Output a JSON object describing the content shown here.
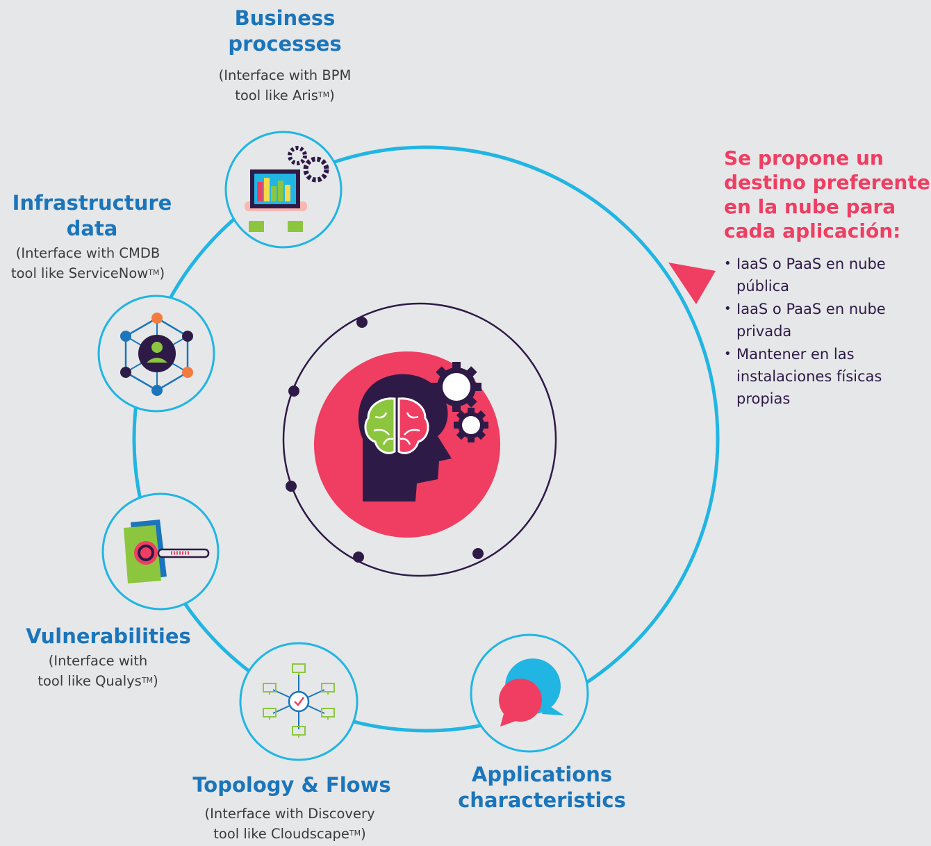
{
  "nodes": {
    "business": {
      "title_l1": "Business",
      "title_l2": "processes",
      "sub_l1": "(Interface with BPM",
      "sub_l2": "tool like Aris",
      "sub_tm": "TM",
      "sub_end": ")"
    },
    "infrastructure": {
      "title_l1": "Infrastructure",
      "title_l2": "data",
      "sub_l1": "(Interface with CMDB",
      "sub_l2": "tool like ServiceNow",
      "sub_tm": "TM",
      "sub_end": ")"
    },
    "vulnerabilities": {
      "title_l1": "Vulnerabilities",
      "sub_l1": "(Interface with",
      "sub_l2": "tool like Qualys",
      "sub_tm": "TM",
      "sub_end": ")"
    },
    "topology": {
      "title_l1": "Topology & Flows",
      "sub_l1": "(Interface with Discovery",
      "sub_l2": "tool like Cloudscape",
      "sub_tm": "TM",
      "sub_end": ")"
    },
    "applications": {
      "title_l1": "Applications",
      "title_l2": "characteristics"
    }
  },
  "proposal": {
    "heading_l1": "Se propone un",
    "heading_l2": "destino preferente",
    "heading_l3": "en la nube para",
    "heading_l4": "cada aplicación:",
    "items": [
      {
        "l1": "IaaS o PaaS en nube",
        "l2": "pública"
      },
      {
        "l1": "IaaS o PaaS en nube",
        "l2": "privada"
      },
      {
        "l1": "Mantener en las",
        "l2": "instalaciones físicas",
        "l3": "propias"
      }
    ]
  },
  "colors": {
    "background": "#e6e7e8",
    "ring": "#21b5e3",
    "title_blue": "#1b75bb",
    "accent_pink": "#ef3e62",
    "dark_purple": "#2e1a47",
    "green": "#8cc63f",
    "orange": "#f37b3d"
  },
  "icons": {
    "business": "tablet-chart-gears-icon",
    "infrastructure": "network-user-icon",
    "vulnerabilities": "document-search-icon",
    "topology": "network-topology-icon",
    "applications": "chat-bubbles-icon",
    "center": "brain-head-gears-icon"
  }
}
